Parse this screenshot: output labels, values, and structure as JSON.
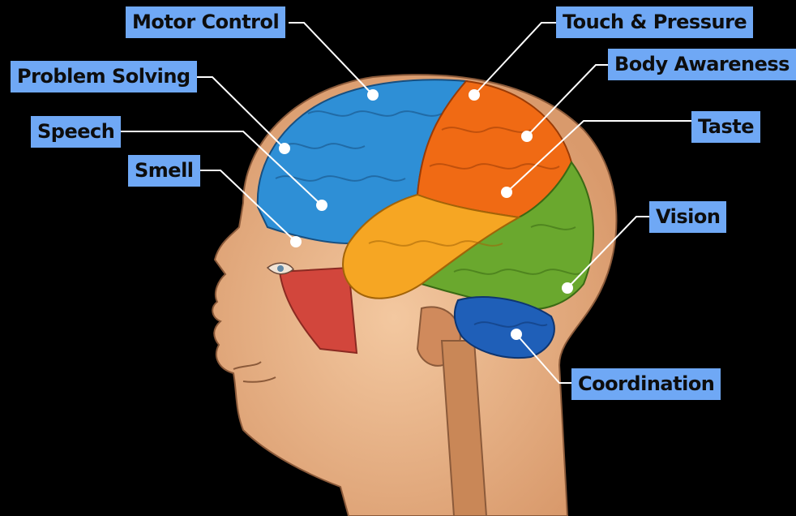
{
  "colors": {
    "background": "#000000",
    "label_fill": "#6fa8f5",
    "frontal": "#2e8fd6",
    "parietal": "#f06a14",
    "temporal": "#f6a623",
    "occipital": "#6aa82e",
    "cerebellum": "#1f5fb8",
    "skin": "#e9b48a"
  },
  "labels": {
    "motor_control": "Motor Control",
    "problem_solving": "Problem Solving",
    "speech": "Speech",
    "smell": "Smell",
    "touch_pressure": "Touch & Pressure",
    "body_awareness": "Body Awareness",
    "taste": "Taste",
    "vision": "Vision",
    "coordination": "Coordination"
  }
}
